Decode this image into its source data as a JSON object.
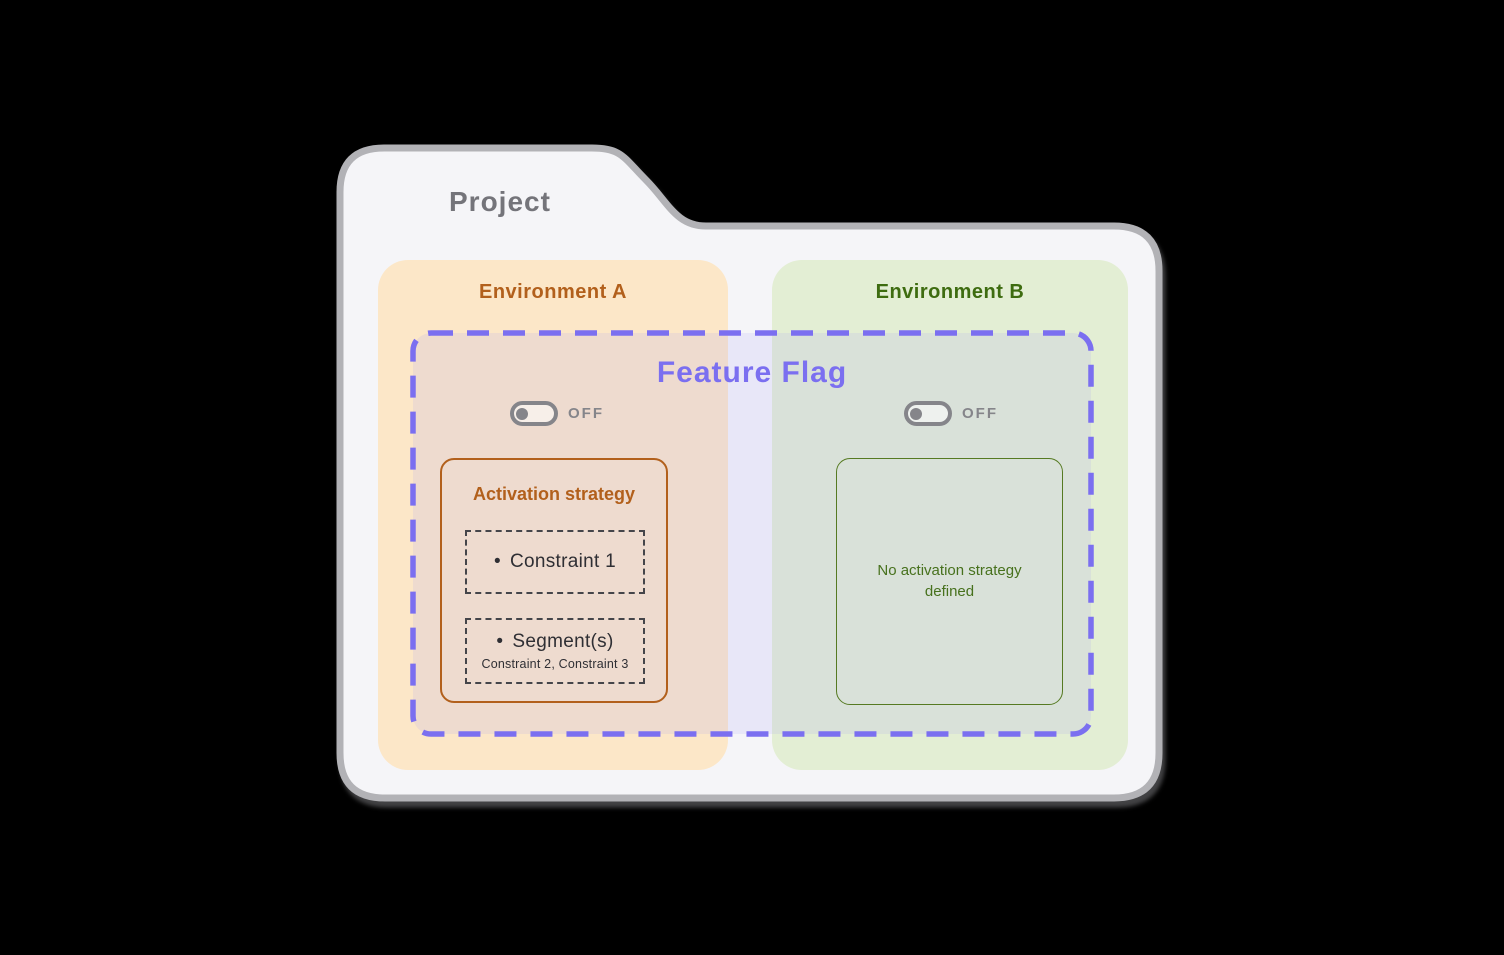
{
  "project": {
    "label": "Project"
  },
  "feature_flag": {
    "label": "Feature Flag"
  },
  "env_a": {
    "label": "Environment A",
    "toggle_state": "OFF",
    "strategy": {
      "title": "Activation strategy",
      "constraint": {
        "bullet": "•",
        "label": "Constraint 1"
      },
      "segments": {
        "bullet": "•",
        "label": "Segment(s)",
        "sub": "Constraint 2, Constraint 3"
      }
    }
  },
  "env_b": {
    "label": "Environment B",
    "toggle_state": "OFF",
    "empty_text": "No activation strategy defined"
  },
  "colors": {
    "background": "#000000",
    "folder_fill": "#f5f5f8",
    "folder_border": "#b2b2b6",
    "project_text": "#74747a",
    "env_a_bg": "#fce7c8",
    "env_a_accent": "#b2601c",
    "env_b_bg": "#e3eed4",
    "env_b_accent": "#3e6c10",
    "feature_flag_accent": "#7b6ff0",
    "toggle_gray": "#85858a",
    "dark_text": "#2f2f34"
  }
}
